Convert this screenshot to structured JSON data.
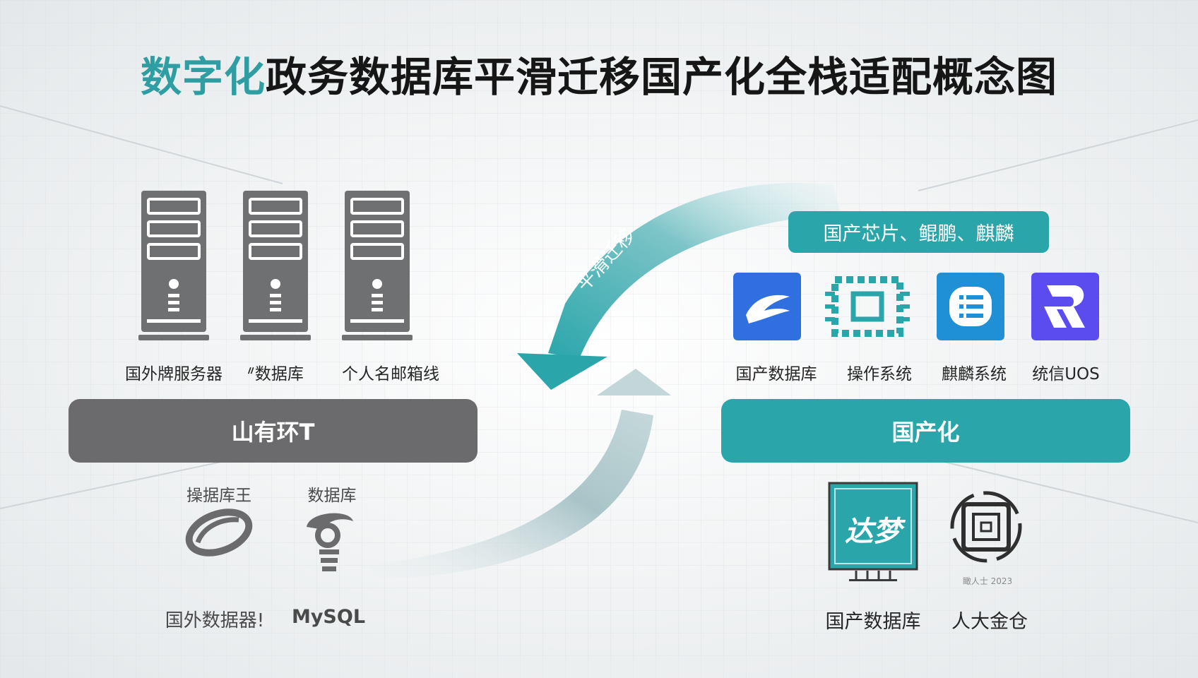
{
  "title": {
    "accent": "数字化",
    "rest": "政务数据库平滑迁移国产化全栈适配概念图"
  },
  "arrow_label": "平滑迁移",
  "left": {
    "servers": [
      {
        "label": "国外牌服务器"
      },
      {
        "label": "ᐥ数据库"
      },
      {
        "label": "个人名邮箱线"
      }
    ],
    "bar_label": "山有环T",
    "logos": [
      {
        "top_label": "操据库王",
        "bottom_label": "国外数据器!"
      },
      {
        "top_label": "数据库",
        "bottom_label": "MySQL"
      }
    ]
  },
  "right": {
    "chips_label": "国产芯片、鲲鹏、麒麟",
    "tiles": [
      {
        "label": "国产数据库",
        "icon": "bird-logo-icon"
      },
      {
        "label": "操作系统",
        "icon": "chip-icon"
      },
      {
        "label": "麒麟系统",
        "icon": "list-logo-icon"
      },
      {
        "label": "统信UOS",
        "icon": "uos-logo-icon"
      }
    ],
    "bar_label": "国产化",
    "products": [
      {
        "label": "国产数据库",
        "badge_text": "达梦"
      },
      {
        "label": "人大金仓",
        "caption": "瞰人士 2023"
      }
    ]
  },
  "colors": {
    "teal": "#2aa6ab",
    "grey": "#6b6b6d",
    "server": "#6e7072",
    "uos_purple": "#5b4cf0",
    "blue": "#2f6fe0"
  }
}
